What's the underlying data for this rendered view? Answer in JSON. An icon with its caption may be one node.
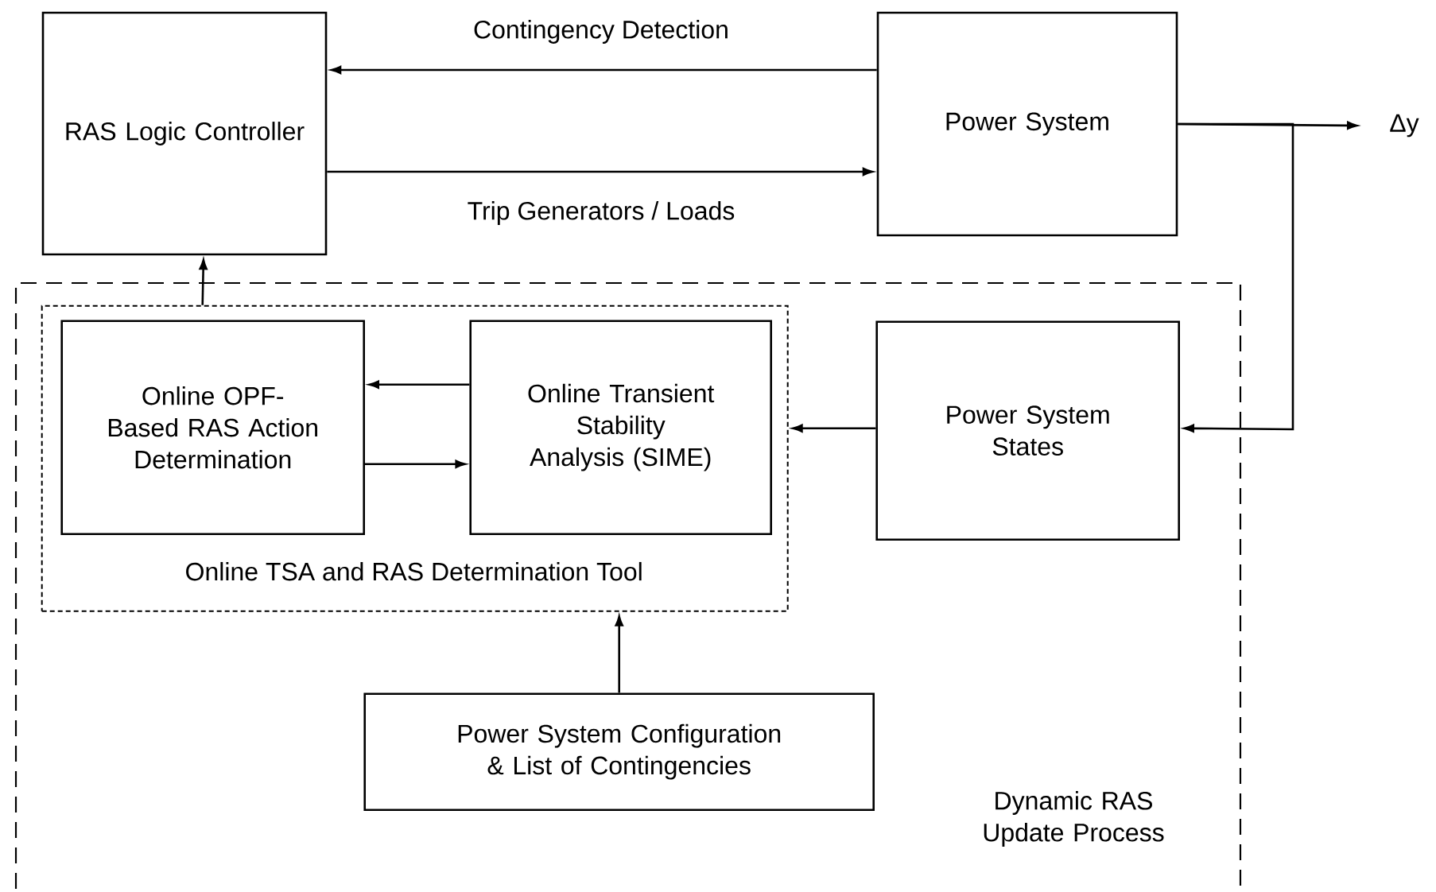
{
  "diagram": {
    "nodes": [
      {
        "text": [
          "RAS Logic Controller"
        ]
      },
      {
        "text": [
          "Power System"
        ]
      },
      {
        "text": [
          "Δy"
        ]
      },
      {
        "text": [
          "Dynamic RAS Update Process"
        ]
      },
      {
        "text": [
          "Online TSA and RAS Determination Tool"
        ],
        "in": 3
      },
      {
        "text": [
          "Online OPF-Based RAS Action Determination"
        ],
        "in": 4
      },
      {
        "text": [
          "Online Transient Stability Analysis (SIME)"
        ],
        "in": 4
      },
      {
        "text": [
          "Power System States"
        ],
        "in": 3
      },
      {
        "text": [
          "Power System Configuration & List of Contingencies"
        ],
        "in": 3
      }
    ],
    "edges": [
      {
        "from": 1,
        "to": 0,
        "arrow": "to",
        "label": "Contingency Detection"
      },
      {
        "from": 0,
        "to": 1,
        "arrow": "to",
        "label": "Trip Generators / Loads"
      },
      {
        "from": 1,
        "to": 2,
        "arrow": "to"
      },
      {
        "from": 1,
        "to": 7,
        "arrow": "to"
      },
      {
        "from": 7,
        "to": 4,
        "arrow": "to"
      },
      {
        "from": 6,
        "to": 5,
        "arrow": "to"
      },
      {
        "from": 5,
        "to": 6,
        "arrow": "to"
      },
      {
        "from": 4,
        "to": 0,
        "arrow": "to"
      },
      {
        "from": 8,
        "to": 4,
        "arrow": "to"
      }
    ]
  }
}
